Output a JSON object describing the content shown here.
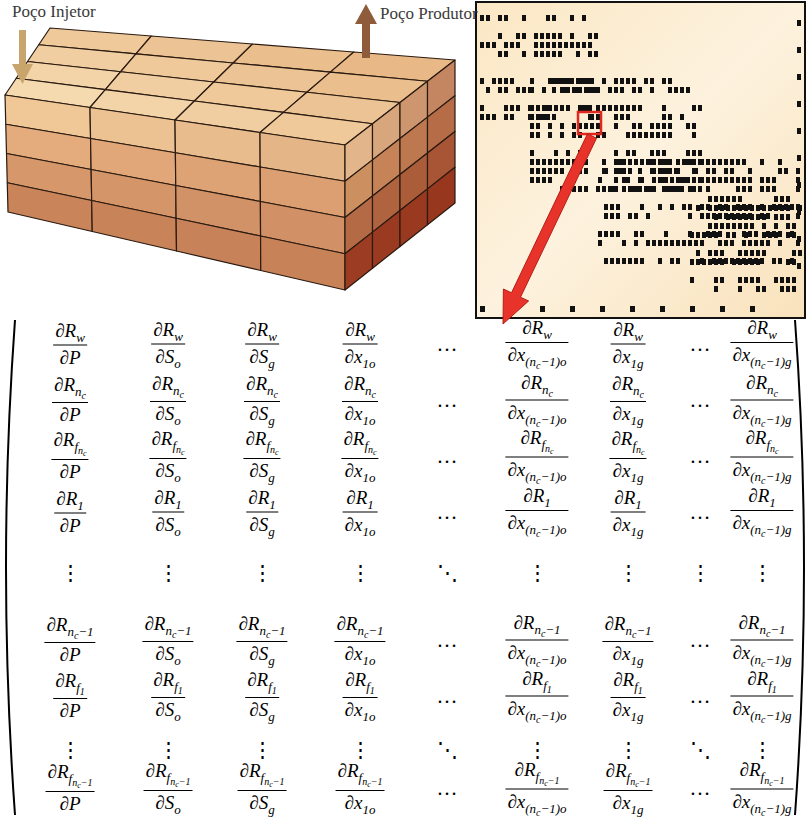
{
  "diagram": {
    "labels": [
      "Poço Injetor",
      "Poço Produtor",
      "∂Rw",
      "∂P",
      "∂Rw",
      "∂So",
      "∂Rw",
      "∂Sg",
      "∂Rw",
      "∂x1o",
      "…",
      "∂Rw",
      "∂x(nc−1)o",
      "∂Rw",
      "∂x1g",
      "…",
      "∂Rw",
      "∂x(nc−1)g",
      "∂Rnc",
      "∂P",
      "∂Rnc",
      "∂So",
      "∂Rnc",
      "∂Sg",
      "∂Rnc",
      "∂x1o",
      "…",
      "∂Rnc",
      "∂x(nc−1)o",
      "∂Rnc",
      "∂x1g",
      "…",
      "∂Rnc",
      "∂x(nc−1)g",
      "∂Rfnc",
      "∂P",
      "∂Rfnc",
      "∂So",
      "∂Rfnc",
      "∂Sg",
      "∂Rfnc",
      "∂x1o",
      "…",
      "∂Rfnc",
      "∂x(nc−1)o",
      "∂Rfnc",
      "∂x1g",
      "…",
      "∂Rfnc",
      "∂x(nc−1)g",
      "∂R1",
      "∂P",
      "∂R1",
      "∂So",
      "∂R1",
      "∂Sg",
      "∂R1",
      "∂x1o",
      "…",
      "∂R1",
      "∂x(nc−1)o",
      "∂R1",
      "∂x1g",
      "…",
      "∂R1",
      "∂x(nc−1)g",
      "⋮",
      "⋮",
      "⋮",
      "⋮",
      "⋱",
      "⋮",
      "⋮",
      "⋮",
      "⋮",
      "∂Rnc−1",
      "∂P",
      "∂Rnc−1",
      "∂So",
      "∂Rnc−1",
      "∂Sg",
      "∂Rnc−1",
      "∂x1o",
      "…",
      "∂Rnc−1",
      "∂x(nc−1)o",
      "∂Rnc−1",
      "∂x1g",
      "…",
      "∂Rnc−1",
      "∂x(nc−1)g",
      "∂Rf1",
      "∂P",
      "∂Rf1",
      "∂So",
      "∂Rf1",
      "∂Sg",
      "∂Rf1",
      "∂x1o",
      "…",
      "∂Rf1",
      "∂x(nc−1)o",
      "∂Rf1",
      "∂x1g",
      "…",
      "∂Rf1",
      "∂x(nc−1)g",
      "⋮",
      "⋮",
      "⋮",
      "⋮",
      "⋱",
      "⋮",
      "⋮",
      "⋱",
      "⋮",
      "∂Rfnc−1",
      "∂P",
      "∂Rfnc−1",
      "∂So",
      "∂Rfnc−1",
      "∂Sg",
      "∂Rfnc−1",
      "∂x1o",
      "…",
      "∂Rfnc−1",
      "∂x(nc−1)o",
      "∂Rfnc−1",
      "∂x1g",
      "…",
      "∂Rfnc−1",
      "∂x(nc−1)g"
    ]
  }
}
